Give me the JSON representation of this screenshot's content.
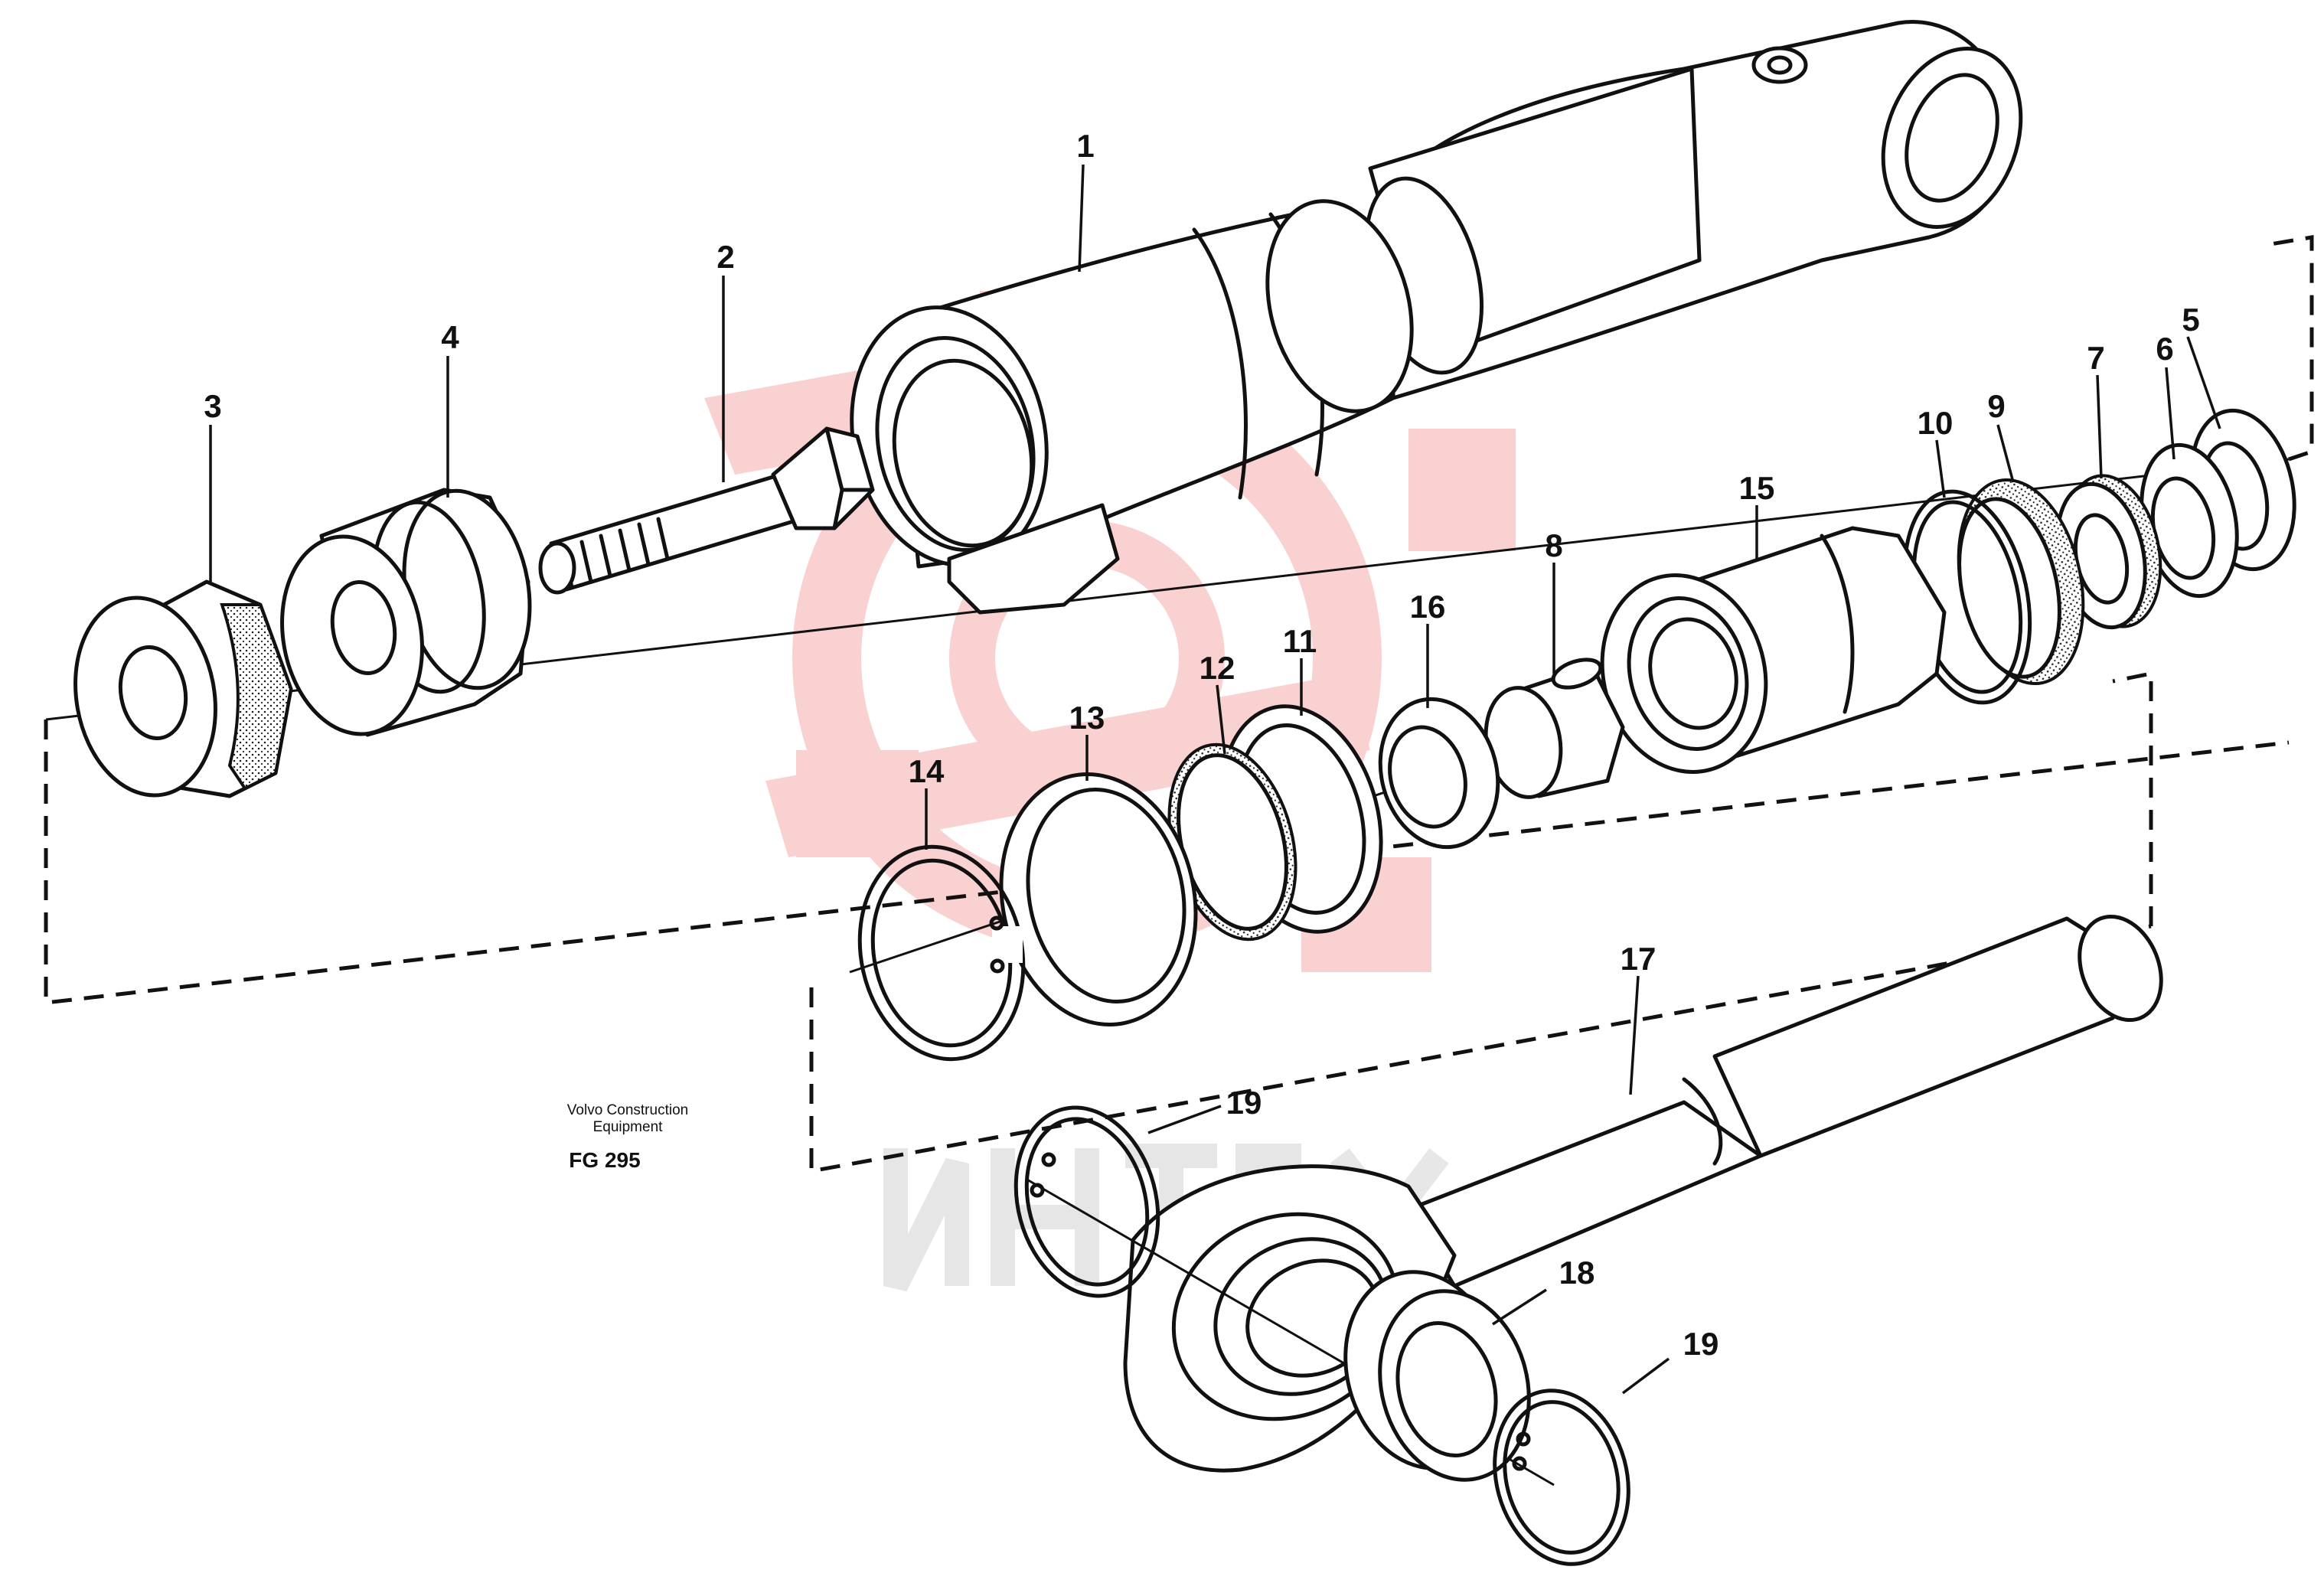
{
  "figure": {
    "publisher_lines": [
      "Volvo Construction",
      "Equipment"
    ],
    "figure_code": "FG 295"
  },
  "parts": [
    {
      "label": "1",
      "part": "cylinder-tube"
    },
    {
      "label": "2",
      "part": "bolt"
    },
    {
      "label": "3",
      "part": "piston"
    },
    {
      "label": "4",
      "part": "piston-seal-carrier"
    },
    {
      "label": "5",
      "part": "ring"
    },
    {
      "label": "6",
      "part": "ring"
    },
    {
      "label": "7",
      "part": "wiper-ring"
    },
    {
      "label": "8",
      "part": "sleeve"
    },
    {
      "label": "9",
      "part": "seal-ring"
    },
    {
      "label": "10",
      "part": "o-ring"
    },
    {
      "label": "11",
      "part": "backup-ring"
    },
    {
      "label": "12",
      "part": "seal-ring"
    },
    {
      "label": "13",
      "part": "ring"
    },
    {
      "label": "14",
      "part": "snap-ring"
    },
    {
      "label": "15",
      "part": "cylinder-head"
    },
    {
      "label": "16",
      "part": "bushing"
    },
    {
      "label": "17",
      "part": "piston-rod"
    },
    {
      "label": "18",
      "part": "spherical-bearing"
    },
    {
      "label": "19",
      "part": "circlip"
    }
  ],
  "watermark": {
    "color": "#f39a9a",
    "text_color": "#d8d8d8"
  }
}
